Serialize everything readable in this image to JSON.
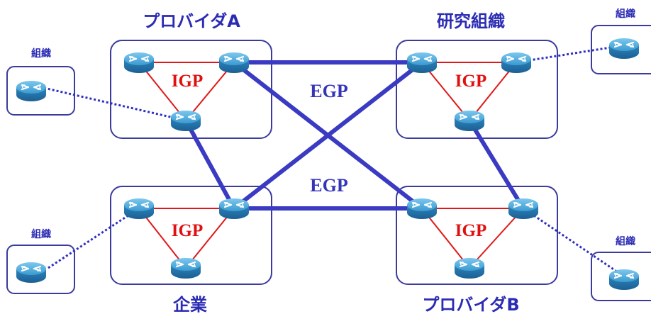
{
  "diagram": {
    "labels": {
      "provider_a": "プロバイダA",
      "research_org": "研究組織",
      "enterprise": "企業",
      "provider_b": "プロバイダB",
      "org": "組織",
      "igp": "IGP",
      "egp": "EGP"
    },
    "colors": {
      "box_border": "#3b3b9e",
      "egp_link": "#3a3ac2",
      "igp_link": "#e01818",
      "stub_link": "#2f2fc0",
      "igp_text": "#e01010",
      "egp_text": "#3535b8",
      "title_text": "#2b2bb4",
      "router_body": "#2f8fc7"
    },
    "icons": [
      "router-icon"
    ]
  }
}
